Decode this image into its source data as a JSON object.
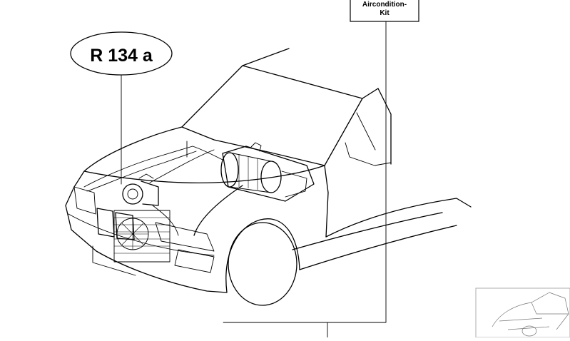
{
  "diagram": {
    "refrigerant_label": "R 134 a",
    "kit_label_line1": "Aircondition-",
    "kit_label_line2": "Kit"
  }
}
